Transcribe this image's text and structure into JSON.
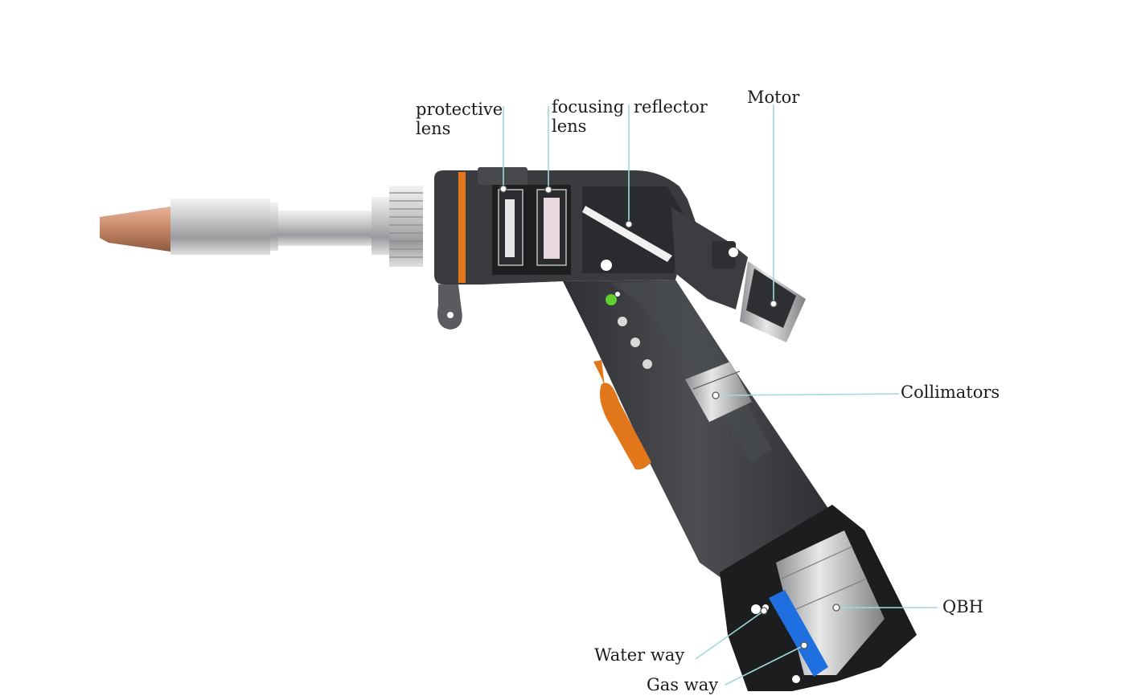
{
  "labels": {
    "protective_lens_1": "protective",
    "protective_lens_2": "lens",
    "focusing_lens_1": "focusing",
    "focusing_lens_2": "lens",
    "reflector": "reflector",
    "motor": "Motor",
    "collimators": "Collimators",
    "qbh": "QBH",
    "water_way": "Water way",
    "gas_way": "Gas way"
  },
  "colors": {
    "body_dark": "#3a3b3e",
    "body_mid": "#55575b",
    "accent_orange": "#e2761b",
    "copper": "#c98a6a",
    "steel": "#c8c9cb",
    "leader_line": "#9fd9dc",
    "water_blue": "#1f6fe0",
    "indicator_green": "#5fd030"
  }
}
